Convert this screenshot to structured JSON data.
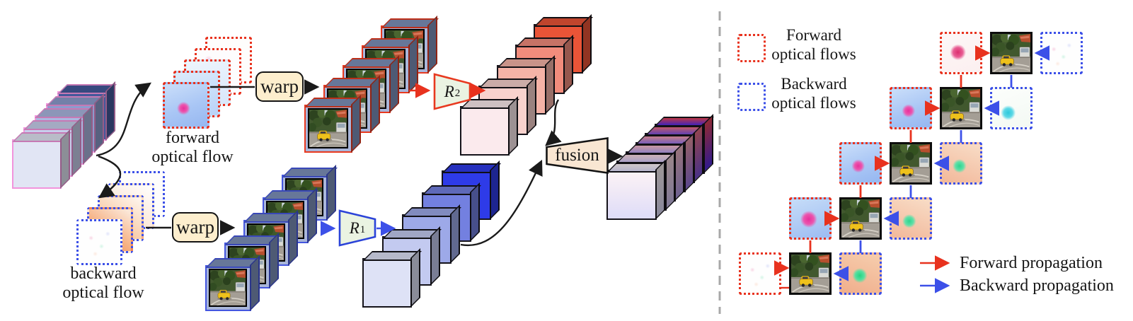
{
  "left": {
    "forward_flow_label": {
      "line1": "forward",
      "line2": "optical flow"
    },
    "backward_flow_label": {
      "line1": "backward",
      "line2": "optical flow"
    },
    "warp_top": "warp",
    "warp_bottom": "warp",
    "r2": {
      "base": "R",
      "sub": "2"
    },
    "r1": {
      "base": "R",
      "sub": "1"
    },
    "fusion": "fusion"
  },
  "right": {
    "forward_flows_legend": {
      "line1": "Forward",
      "line2": "optical flows"
    },
    "backward_flows_legend": {
      "line1": "Backward",
      "line2": "optical flows"
    },
    "forward_prop_label": "Forward propagation",
    "backward_prop_label": "Backward propagation"
  },
  "colors": {
    "forward_accent": "#e8321e",
    "backward_accent": "#3c50e8",
    "input_border": "#f194dc",
    "warp_fill": "#fdeecd",
    "reconstruction_fill": "#eaf3e2",
    "fusion_fill": "#f9e6d2",
    "divider": "#a8a8a8",
    "frame_face": "#a9b6da"
  },
  "stacks": {
    "input": {
      "kind": "cube",
      "border": "#f194dc",
      "colors": [
        "#e1e5f4",
        "#c8cfec",
        "#abb7e0",
        "#8c9cce",
        "#43599b"
      ]
    },
    "forward_flows": {
      "kind": "flow",
      "border": "#e8321e",
      "styles": [
        "fb-pink-on-blue",
        "fb-blue-light",
        "fb-blue-pale",
        "fb-noise-pink",
        "fb-white-faint"
      ]
    },
    "backward_flows": {
      "kind": "flow",
      "border": "#3c50e8",
      "styles": [
        "fb-noise-white",
        "fb-orange-strong",
        "fb-orange-mid",
        "fb-peach-faint",
        "fb-white-faint"
      ]
    },
    "warped_forward": {
      "kind": "frame",
      "border": "#e8391f",
      "count": 5
    },
    "warped_backward": {
      "kind": "frame",
      "border": "#4456e0",
      "count": 5
    },
    "features_forward": {
      "kind": "cube",
      "border": "#15131a",
      "colors": [
        "#fbeaed",
        "#f8d2cd",
        "#f5b3a7",
        "#f18c7c",
        "#ea5437"
      ]
    },
    "features_backward": {
      "kind": "cube",
      "border": "#15131a",
      "colors": [
        "#dee2f6",
        "#c3caf0",
        "#9da9e8",
        "#7380e0",
        "#2e3be8"
      ]
    },
    "output": {
      "kind": "cube",
      "border": "#15131a",
      "gradients": [
        [
          "#fdf3f5",
          "#dedcf8"
        ],
        [
          "#f8d8de",
          "#cfc3f2"
        ],
        [
          "#f5bac6",
          "#b29de9"
        ],
        [
          "#f09aa8",
          "#9372e2"
        ],
        [
          "#ec6e80",
          "#7750da"
        ],
        [
          "#e84354",
          "#4f2ae2"
        ]
      ]
    }
  },
  "rows": [
    {
      "forward": "fb-pink-on-white",
      "backward": "fb-noise-white"
    },
    {
      "forward": "fb-pink-on-blue",
      "backward": "fb-cyan-on-white"
    },
    {
      "forward": "fb-pink-on-blue",
      "backward": "fb-green-on-peach"
    },
    {
      "forward": "fb-pink-on-blue-2",
      "backward": "fb-green-on-peach"
    },
    {
      "forward": "fb-noise-white",
      "backward": "fb-green-on-peach-2"
    }
  ]
}
